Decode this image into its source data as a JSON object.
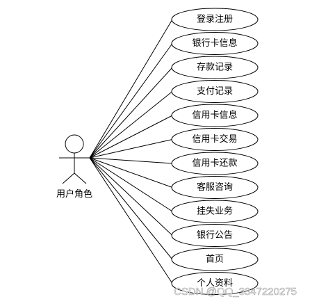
{
  "actor": {
    "label": "用户角色"
  },
  "use_cases": [
    {
      "label": "登录注册"
    },
    {
      "label": "银行卡信息"
    },
    {
      "label": "存款记录"
    },
    {
      "label": "支付记录"
    },
    {
      "label": "信用卡信息"
    },
    {
      "label": "信用卡交易"
    },
    {
      "label": "信用卡还款"
    },
    {
      "label": "客服咨询"
    },
    {
      "label": "挂失业务"
    },
    {
      "label": "银行公告"
    },
    {
      "label": "首页"
    },
    {
      "label": "个人资料"
    }
  ],
  "watermark": {
    "text": "CSDN @QQ_3347220275"
  }
}
